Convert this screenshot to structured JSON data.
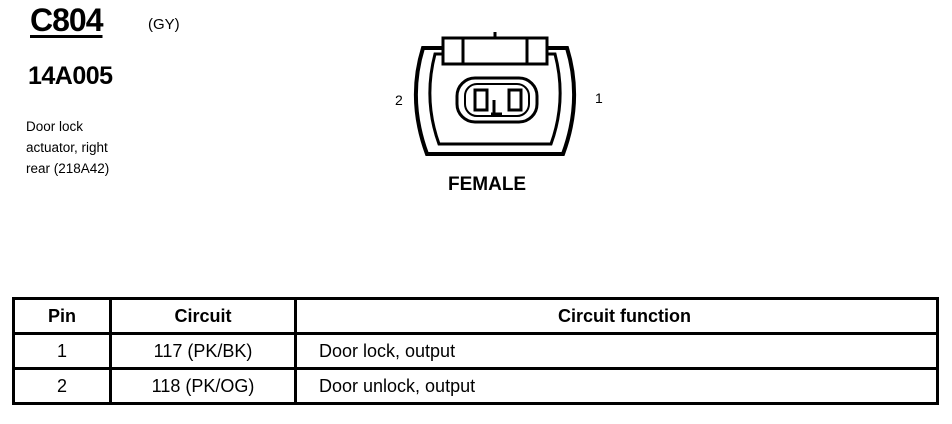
{
  "connector": {
    "id": "C804",
    "color_code": "(GY)",
    "part_number": "14A005",
    "description": "Door lock\nactuator, right\nrear (218A42)",
    "view": "FEMALE",
    "pin_left": "2",
    "pin_right": "1"
  },
  "table": {
    "headers": {
      "pin": "Pin",
      "circuit": "Circuit",
      "function": "Circuit function"
    },
    "rows": [
      {
        "pin": "1",
        "circuit": "117 (PK/BK)",
        "function": "Door lock, output"
      },
      {
        "pin": "2",
        "circuit": "118 (PK/OG)",
        "function": "Door unlock, output"
      }
    ]
  }
}
